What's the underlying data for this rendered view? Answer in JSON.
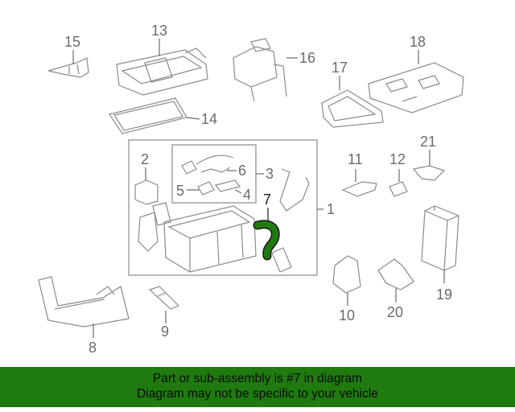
{
  "callouts": {
    "n1": "1",
    "n2": "2",
    "n3": "3",
    "n4": "4",
    "n5": "5",
    "n6": "6",
    "n7": "7",
    "n8": "8",
    "n9": "9",
    "n10": "10",
    "n11": "11",
    "n12": "12",
    "n13": "13",
    "n14": "14",
    "n15": "15",
    "n16": "16",
    "n17": "17",
    "n18": "18",
    "n19": "19",
    "n20": "20",
    "n21": "21"
  },
  "banner": {
    "line1": "Part or sub-assembly is #7 in diagram",
    "line2": "Diagram may not be specific to your vehicle"
  },
  "colors": {
    "highlight": "#1f7a0f",
    "banner": "#1f7a0f",
    "line": "#8a8a8a"
  },
  "highlighted_part": "7"
}
